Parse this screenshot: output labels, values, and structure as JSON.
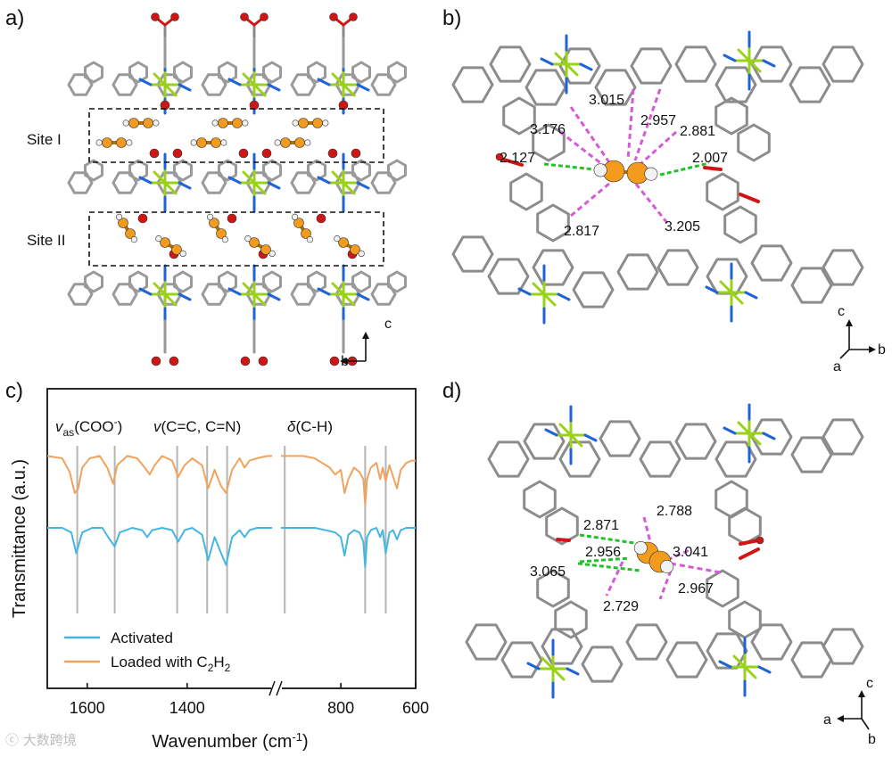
{
  "panels": {
    "a": {
      "label": "a)",
      "site_labels": [
        "Site I",
        "Site II"
      ],
      "axis_labels": {
        "c": "c",
        "b": "b"
      }
    },
    "b": {
      "label": "b)",
      "distances": [
        "3.015",
        "2.957",
        "3.176",
        "2.881",
        "2.127",
        "2.007",
        "2.817",
        "3.205"
      ],
      "axis_labels": {
        "c": "c",
        "a": "a",
        "b": "b"
      }
    },
    "c": {
      "label": "c)"
    },
    "d": {
      "label": "d)",
      "distances": [
        "2.871",
        "2.788",
        "2.956",
        "3.041",
        "3.065",
        "2.967",
        "2.729"
      ],
      "axis_labels": {
        "c": "c",
        "a": "a",
        "b": "b"
      }
    }
  },
  "colors": {
    "activated": "#45b6e0",
    "loaded": "#f0a35e",
    "guide": "#b5b5b5",
    "h_bond_green": "#22c02a",
    "h_bond_magenta": "#d45ad8",
    "acetylene": "#f29b1d",
    "oxygen": "#d01515",
    "nitrogen": "#1f63d6",
    "metal": "#9ad21a",
    "carbon": "#8c8c8c"
  },
  "chart_data": {
    "type": "line",
    "xlabel": "Wavenumber (cm⁻¹)",
    "ylabel": "Transmittance (a.u.)",
    "x_ticks": [
      1600,
      1400,
      800,
      600
    ],
    "axis_break": "between 1400 and 800 cm⁻¹",
    "x_reversed": true,
    "band_labels": [
      "v_as(COO⁻)",
      "v(C=C, C=N)",
      "δ(C-H)"
    ],
    "guide_lines_cm": [
      1620,
      1545,
      1420,
      1360,
      1320,
      950,
      735,
      680
    ],
    "legend": [
      "Activated",
      "Loaded with C₂H₂"
    ],
    "series": [
      {
        "name": "Activated",
        "color": "#45b6e0",
        "segments": [
          {
            "x": [
              1680,
              1650,
              1632,
              1622,
              1610,
              1590,
              1570,
              1555,
              1545,
              1535,
              1510,
              1490,
              1480,
              1470,
              1450,
              1430,
              1418,
              1405,
              1390,
              1370,
              1358,
              1345,
              1332,
              1322,
              1310,
              1295,
              1285,
              1275,
              1260,
              1245,
              1230
            ],
            "y": [
              0.0,
              0.0,
              -0.1,
              -0.55,
              -0.1,
              0.0,
              0.0,
              -0.25,
              -0.4,
              -0.1,
              0.0,
              -0.05,
              -0.2,
              -0.05,
              0.0,
              -0.05,
              -0.3,
              -0.05,
              0.0,
              -0.15,
              -0.7,
              -0.2,
              -0.55,
              -0.8,
              -0.2,
              -0.05,
              -0.2,
              -0.05,
              0.0,
              0.0,
              0.0
            ]
          },
          {
            "x": [
              960,
              930,
              900,
              870,
              840,
              815,
              800,
              790,
              780,
              765,
              750,
              740,
              735,
              730,
              720,
              705,
              695,
              688,
              680,
              670,
              660,
              650,
              640,
              625,
              610,
              600
            ],
            "y": [
              0.0,
              0.0,
              0.0,
              0.0,
              -0.05,
              -0.1,
              -0.2,
              -0.6,
              -0.15,
              -0.05,
              -0.1,
              -0.3,
              -0.85,
              -0.2,
              -0.05,
              0.0,
              -0.2,
              -0.05,
              -0.55,
              -0.1,
              -0.05,
              -0.25,
              -0.05,
              0.0,
              0.0,
              0.0
            ]
          }
        ]
      },
      {
        "name": "Loaded with C₂H₂",
        "color": "#f0a35e",
        "segments": [
          {
            "x": [
              1680,
              1650,
              1635,
              1625,
              1618,
              1610,
              1595,
              1575,
              1560,
              1548,
              1540,
              1520,
              1500,
              1485,
              1475,
              1465,
              1450,
              1430,
              1418,
              1405,
              1390,
              1370,
              1358,
              1345,
              1332,
              1322,
              1310,
              1295,
              1285,
              1275,
              1260,
              1240,
              1230
            ],
            "y": [
              1.55,
              1.5,
              1.2,
              0.75,
              0.85,
              1.3,
              1.5,
              1.55,
              1.3,
              0.95,
              1.35,
              1.55,
              1.5,
              1.3,
              1.15,
              1.35,
              1.55,
              1.45,
              1.1,
              1.35,
              1.5,
              1.35,
              0.85,
              1.25,
              0.9,
              0.75,
              1.25,
              1.5,
              1.3,
              1.45,
              1.5,
              1.55,
              1.55
            ]
          },
          {
            "x": [
              960,
              930,
              900,
              870,
              850,
              830,
              815,
              800,
              790,
              780,
              765,
              750,
              740,
              735,
              730,
              720,
              705,
              695,
              688,
              680,
              670,
              660,
              650,
              640,
              625,
              610,
              600
            ],
            "y": [
              1.55,
              1.55,
              1.55,
              1.5,
              1.4,
              1.3,
              1.15,
              1.25,
              0.75,
              1.05,
              1.3,
              1.2,
              1.05,
              0.5,
              1.05,
              1.3,
              1.4,
              1.05,
              1.3,
              1.0,
              1.35,
              1.1,
              0.85,
              1.25,
              1.4,
              1.45,
              1.45
            ]
          }
        ]
      }
    ]
  }
}
